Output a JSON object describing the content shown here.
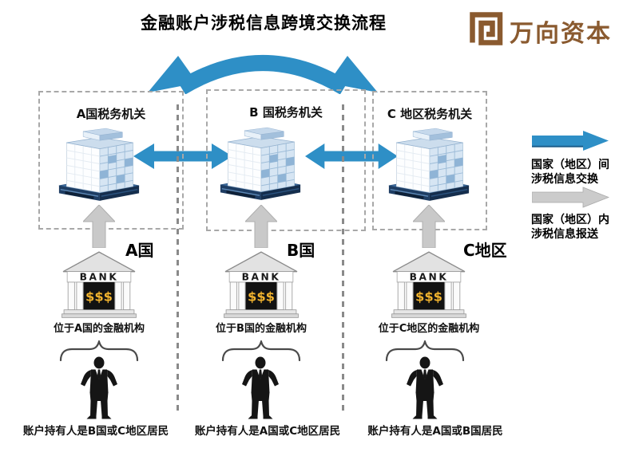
{
  "title": "金融账户涉税信息跨境交换流程",
  "logo": {
    "text": "万向资本",
    "color": "#8a5a2f",
    "icon": "square-spiral"
  },
  "columns": [
    {
      "authority": "A国税务机关",
      "region": "A国",
      "bank_sign": "BANK",
      "bank_money": "$$$",
      "institution": "位于A国的金融机构",
      "holder": "账户持有人是B国或C地区居民"
    },
    {
      "authority": "B 国税务机关",
      "region": "B国",
      "bank_sign": "BANK",
      "bank_money": "$$$",
      "institution": "位于B国的金融机构",
      "holder": "账户持有人是A国或C地区居民"
    },
    {
      "authority": "C 地区税务机关",
      "region": "C地区",
      "bank_sign": "BANK",
      "bank_money": "$$$",
      "institution": "位于C地区的金融机构",
      "holder": "账户持有人是A国或B国居民"
    }
  ],
  "legend": {
    "exchange": {
      "line1": "国家（地区）间",
      "line2": "涉税信息交换"
    },
    "report": {
      "line1": "国家（地区）内",
      "line2": "涉税信息报送"
    }
  },
  "icons": {
    "logo": "square-spiral-icon",
    "cross_border_exchange": "blue-double-headed-arrow",
    "top_exchange": "blue-curved-double-arrow",
    "domestic_report": "gray-up-arrow",
    "tax_authority": "office-building",
    "financial_institution": "bank-building",
    "account_holder": "person-silhouette",
    "grouping": "curly-brace"
  },
  "colors": {
    "arrow_blue": "#2e8fc6",
    "arrow_blue_edge": "#1d5f8c",
    "arrow_gray": "#c9c9c9",
    "logo_brown": "#8a5a2f",
    "text": "#111111"
  }
}
